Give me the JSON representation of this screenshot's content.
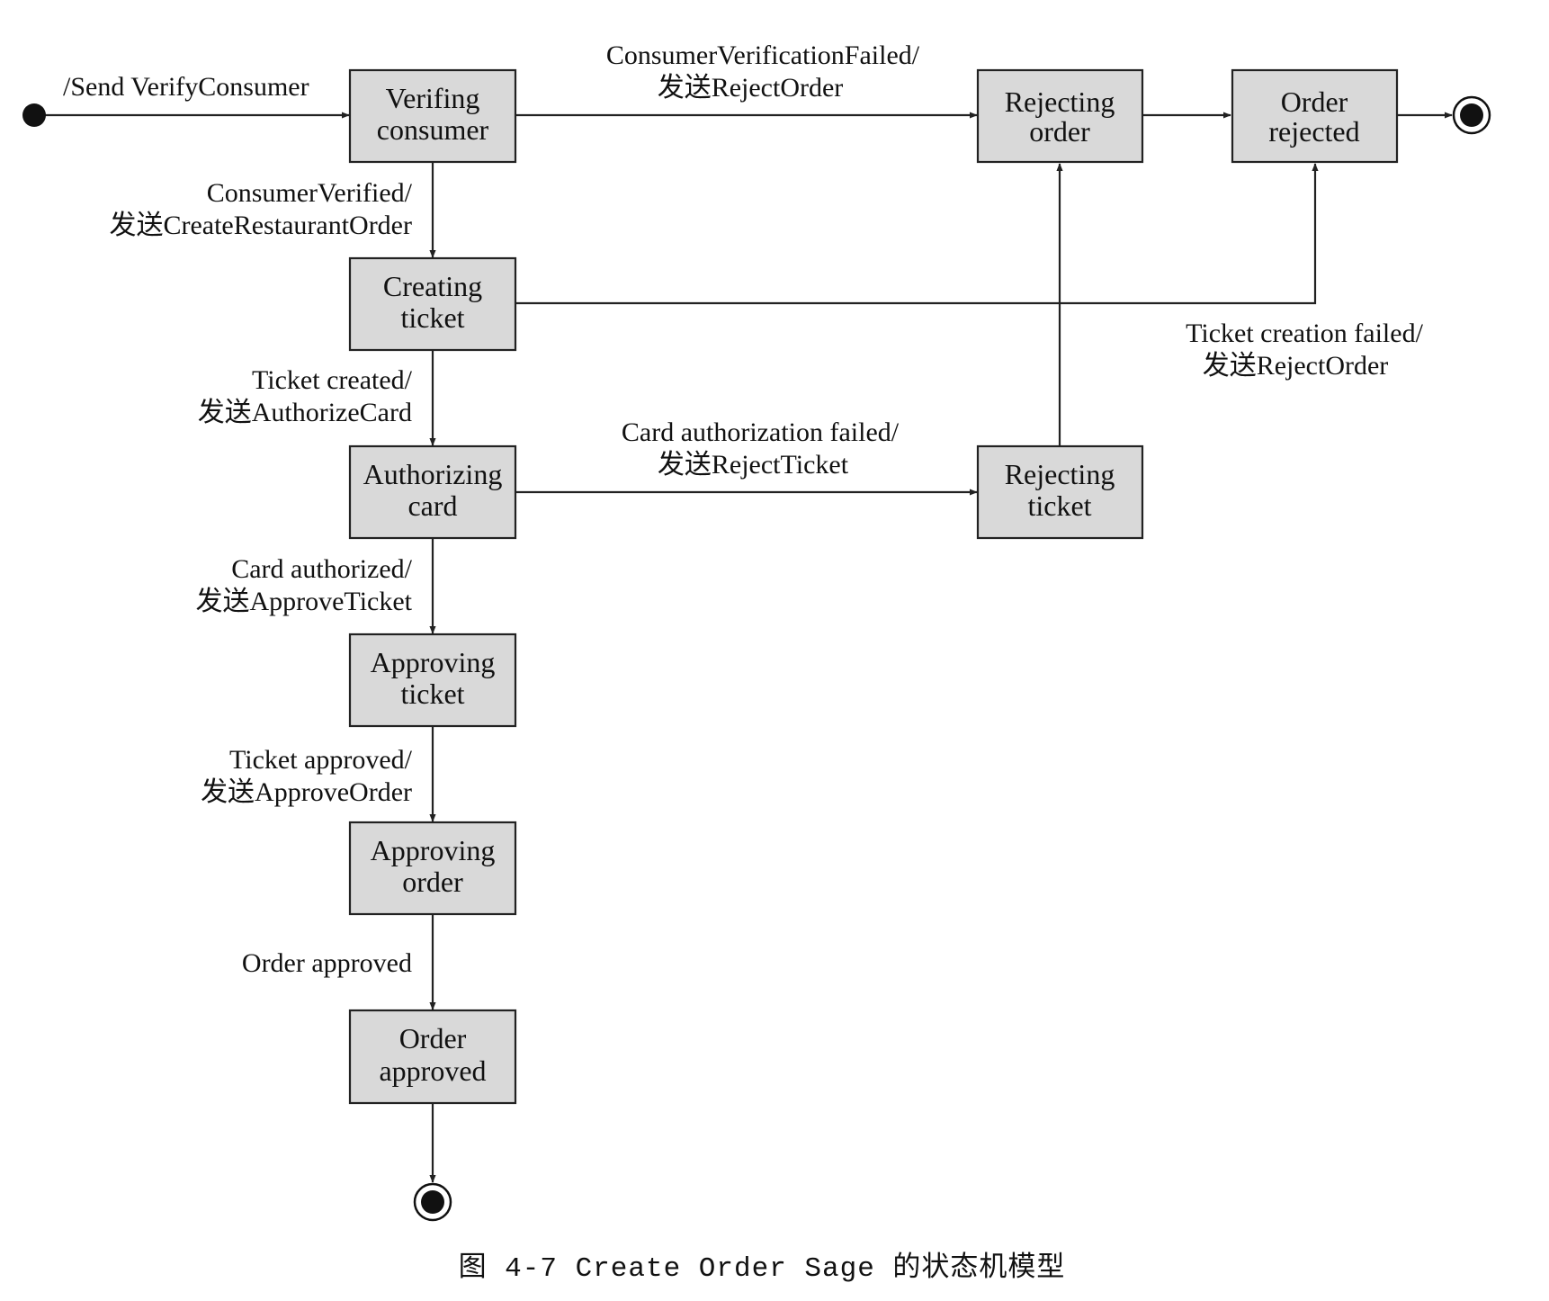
{
  "states": {
    "verifying_consumer": [
      "Verifing",
      "consumer"
    ],
    "creating_ticket": [
      "Creating",
      "ticket"
    ],
    "authorizing_card": [
      "Authorizing",
      "card"
    ],
    "approving_ticket": [
      "Approving",
      "ticket"
    ],
    "approving_order": [
      "Approving",
      "order"
    ],
    "order_approved": [
      "Order",
      "approved"
    ],
    "rejecting_order": [
      "Rejecting",
      "order"
    ],
    "order_rejected": [
      "Order",
      "rejected"
    ],
    "rejecting_ticket": [
      "Rejecting",
      "ticket"
    ]
  },
  "transitions": {
    "start": "/Send VerifyConsumer",
    "consumer_verified": [
      "ConsumerVerified/",
      "发送CreateRestaurantOrder"
    ],
    "ticket_created": [
      "Ticket created/",
      "发送AuthorizeCard"
    ],
    "card_authorized": [
      "Card authorized/",
      "发送ApproveTicket"
    ],
    "ticket_approved": [
      "Ticket approved/",
      "发送ApproveOrder"
    ],
    "order_approved": "Order approved",
    "consumer_verification_failed": [
      "ConsumerVerificationFailed/",
      "发送RejectOrder"
    ],
    "card_authorization_failed": [
      "Card authorization failed/",
      "发送RejectTicket"
    ],
    "ticket_creation_failed": [
      "Ticket creation failed/",
      "发送RejectOrder"
    ]
  },
  "caption": "图 4-7  Create Order Sage 的状态机模型"
}
